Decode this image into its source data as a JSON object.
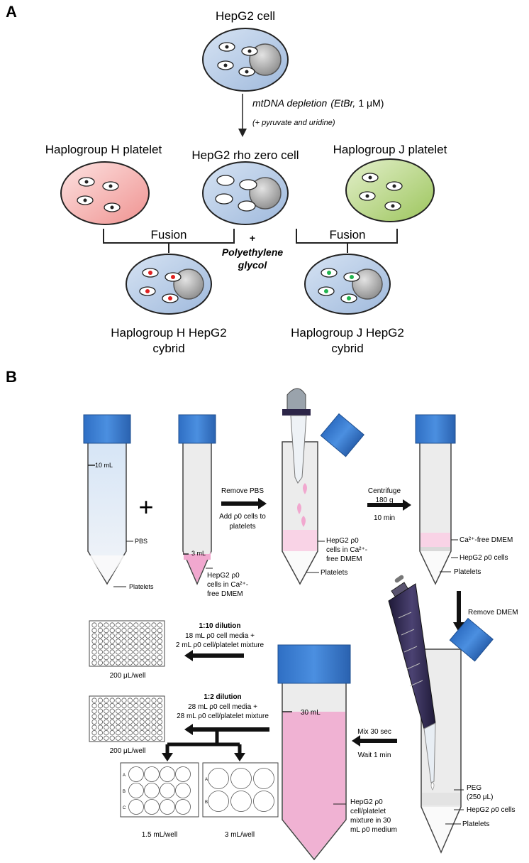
{
  "panel_a": {
    "label": "A",
    "hepg2_cell": "HepG2 cell",
    "depletion_prefix": "mtDNA depletion",
    "depletion_reagent": "(EtBr,",
    "depletion_dose": "1 μM)",
    "depletion_supplement": "(+ pyruvate and uridine)",
    "platelet_h": "Haplogroup H platelet",
    "rho_zero": "HepG2 rho zero cell",
    "platelet_j": "Haplogroup J platelet",
    "fusion_left": "Fusion",
    "fusion_right": "Fusion",
    "plus": "+",
    "peg_line1": "Polyethylene",
    "peg_line2": "glycol",
    "cybrid_h_line1": "Haplogroup H HepG2",
    "cybrid_h_line2": "cybrid",
    "cybrid_j_line1": "Haplogroup J HepG2",
    "cybrid_j_line2": "cybrid",
    "colors": {
      "cell_fill": "#b9cce4",
      "platelet_h_fill": "#f7b6b4",
      "platelet_j_fill": "#bcd88c",
      "nucleus": "#9e9e9e",
      "h_mito": "#e02020",
      "j_mito": "#22b450"
    }
  },
  "panel_b": {
    "label": "B",
    "tube1_vol": "10 mL",
    "pbs": "PBS",
    "platelets_1": "Platelets",
    "plus": "+",
    "tube2_vol": "3 mL",
    "tube2_l1": "HepG2  ρ0",
    "tube2_l2": "cells in Ca²⁺-",
    "tube2_l3": "free DMEM",
    "step1_l1": "Remove PBS",
    "step1_l2": "Add ρ0 cells to",
    "step1_l3": "platelets",
    "tube3_l1": "HepG2 ρ0",
    "tube3_l2": "cells in Ca²⁺-",
    "tube3_l3": "free DMEM",
    "platelets_3": "Platelets",
    "step2_l1": "Centrifuge",
    "step2_l2": "180 g",
    "step2_l3": "10 min",
    "tube4_dmem": "Ca²⁺-free DMEM",
    "tube4_cells": "HepG2 ρ0 cells",
    "platelets_4": "Platelets",
    "step3": "Remove DMEM",
    "tube5_peg_l1": "PEG",
    "tube5_peg_l2": "(250 μL)",
    "tube5_cells": "HepG2 ρ0 cells",
    "platelets_5": "Platelets",
    "step4_l1": "Mix 30 sec",
    "step4_l2": "Wait 1 min",
    "big_tube_vol": "30 mL",
    "big_l1": "HepG2 ρ0",
    "big_l2": "cell/platelet",
    "big_l3": "mixture in 30",
    "big_l4": "mL ρ0 medium",
    "dil1_title": "1:10 dilution",
    "dil1_l1": "18 mL ρ0 cell media +",
    "dil1_l2": "2 mL ρ0 cell/platelet mixture",
    "plate1_label": "200 μL/well",
    "dil2_title": "1:2 dilution",
    "dil2_l1": "28 mL ρ0 cell media +",
    "dil2_l2": "28 mL ρ0 cell/platelet mixture",
    "plate2_label": "200 μL/well",
    "plate12_label": "1.5 mL/well",
    "plate6_label": "3 mL/well",
    "plate12_rows": [
      "A",
      "B",
      "C"
    ],
    "plate6_rows": [
      "A",
      "B"
    ],
    "colors": {
      "cap": "#3d7fd1",
      "cap_dark": "#1f4f8f",
      "tube": "#ececec",
      "pbs": "#dbe8f7",
      "pink": "#f1a8cf",
      "pink_light": "#f9d3e6",
      "pipette": "#2c2548"
    }
  }
}
